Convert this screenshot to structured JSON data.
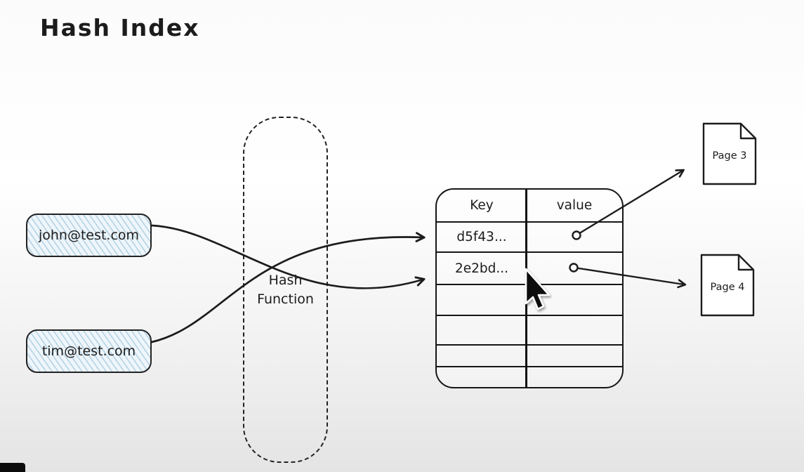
{
  "title": "Hash Index",
  "inputs": [
    {
      "label": "john@test.com"
    },
    {
      "label": "tim@test.com"
    }
  ],
  "hash_function": {
    "label": "Hash Function"
  },
  "table": {
    "headers": {
      "key": "Key",
      "value": "value"
    },
    "rows": [
      {
        "key": "d5f43...",
        "value_dot": true
      },
      {
        "key": "2e2bd...",
        "value_dot": true
      },
      {
        "key": "",
        "value_dot": false
      },
      {
        "key": "",
        "value_dot": false
      },
      {
        "key": "",
        "value_dot": false
      },
      {
        "key": "",
        "value_dot": false
      }
    ]
  },
  "pages": [
    {
      "label": "Page 3"
    },
    {
      "label": "Page 4"
    }
  ],
  "colors": {
    "ink": "#1c1c1c",
    "box_fill": "#eef6fb",
    "box_hatch": "#89b4cf",
    "background_bottom": "#e4e4e4"
  }
}
